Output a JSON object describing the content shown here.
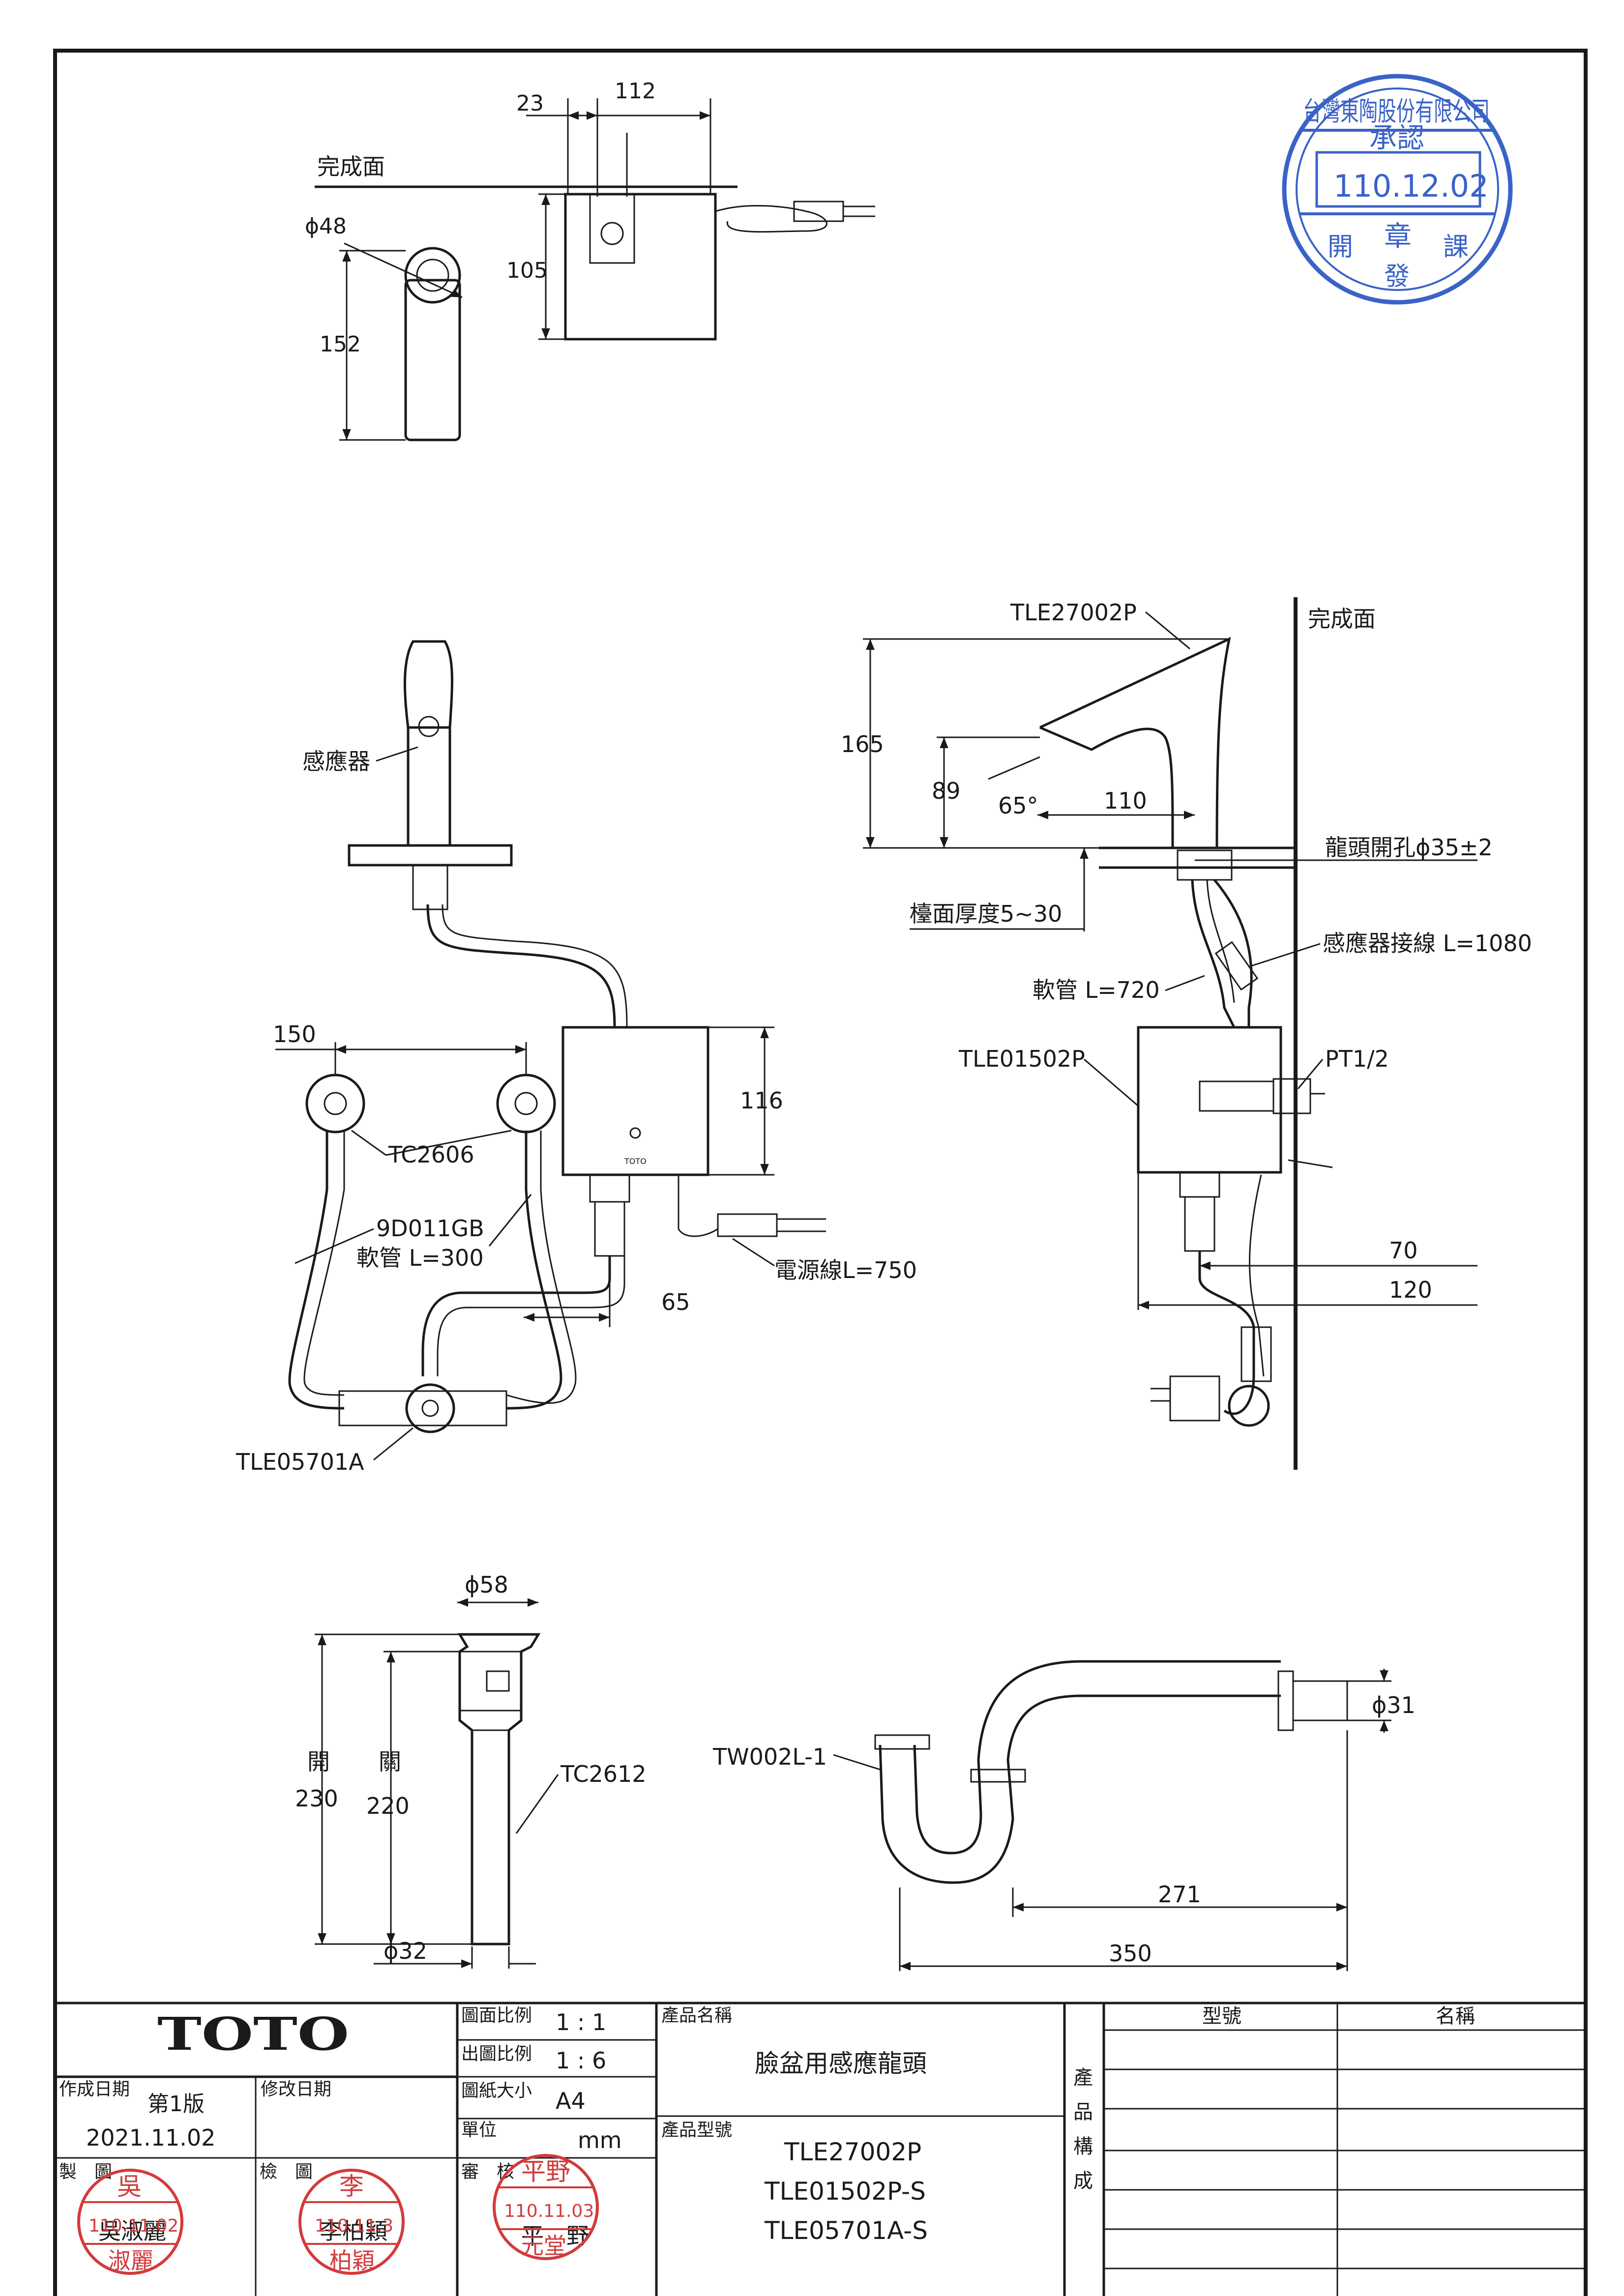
{
  "top_view": {
    "finish_surface": "完成面",
    "dim_23": "23",
    "dim_112": "112",
    "dim_phi48": "ϕ48",
    "dim_105": "105",
    "dim_152": "152"
  },
  "assembly_view": {
    "sensor": "感應器",
    "dim_150": "150",
    "tc2606": "TC2606",
    "hose_model": "9D011GB",
    "hose_length": "軟管 L=300",
    "dim_116": "116",
    "power_cord": "電源線L=750",
    "dim_65": "65",
    "tle05701a": "TLE05701A",
    "control_logo": "TOTO"
  },
  "side_view": {
    "tle27002p": "TLE27002P",
    "finish_surface": "完成面",
    "dim_165": "165",
    "dim_89": "89",
    "angle": "65°",
    "dim_110": "110",
    "hole": "龍頭開孔ϕ35±2",
    "counter_thickness": "檯面厚度5~30",
    "sensor_cable": "感應器接線 L=1080",
    "hose_720": "軟管 L=720",
    "tle01502p": "TLE01502P",
    "pt12": "PT1/2",
    "dim_70": "70",
    "dim_120": "120"
  },
  "drain_view": {
    "dim_phi58": "ϕ58",
    "open_label": "開",
    "open_value": "230",
    "close_label": "關",
    "close_value": "220",
    "tc2612": "TC2612",
    "dim_phi32": "ϕ32"
  },
  "trap_view": {
    "tw002l": "TW002L-1",
    "dim_phi31": "ϕ31",
    "dim_271": "271",
    "dim_350": "350"
  },
  "title_block": {
    "brand": "TOTO",
    "scale_drawing_label": "圖面比例",
    "scale_drawing_value": "1 : 1",
    "scale_print_label": "出圖比例",
    "scale_print_value": "1 : 6",
    "paper_label": "圖紙大小",
    "paper_value": "A4",
    "unit_label": "單位",
    "unit_value": "mm",
    "review_label": "審　核",
    "review_name": "平　野",
    "created_label": "作成日期",
    "edition": "第1版",
    "revised_label": "修改日期",
    "created_date": "2021.11.02",
    "drawn_label": "製　圖",
    "drawn_name": "吳淑麗",
    "check_label": "檢　圖",
    "check_name": "李柏穎",
    "product_name_label": "產品名稱",
    "product_name": "臉盆用感應龍頭",
    "product_model_label": "產品型號",
    "models": [
      "TLE27002P",
      "TLE01502P-S",
      "TLE05701A-S"
    ],
    "composition_label": "產\n品\n構\n成",
    "col_model": "型號",
    "col_name": "名稱"
  },
  "approval_stamp": {
    "company": "台灣東陶股份有限公司",
    "approved": "承認",
    "date": "110.12.02",
    "seal": "章",
    "dept_left": "開",
    "dept_mid": "發",
    "dept_right": "課"
  },
  "sign_stamps": {
    "drawn_surname": "吳",
    "drawn_date": "110.11.02",
    "drawn_given": "淑麗",
    "check_surname": "李",
    "check_date": "110.11.3",
    "check_given": "柏穎",
    "review_surname": "平野",
    "review_date": "110.11.03",
    "review_given": "元堂"
  }
}
